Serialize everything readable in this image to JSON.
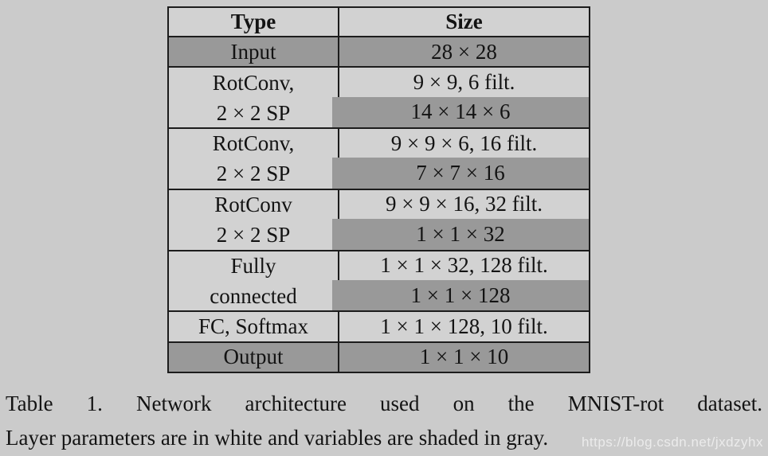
{
  "colors": {
    "page_bg": "#cbcbcb",
    "cell_light": "#d2d2d2",
    "cell_shaded": "#999999",
    "border": "#1c1c1c",
    "text": "#131313"
  },
  "table": {
    "header": {
      "type": "Type",
      "size": "Size"
    },
    "input": {
      "type": "Input",
      "size": "28 × 28"
    },
    "conv1": {
      "type_line1": "RotConv,",
      "type_line2": "2 × 2 SP",
      "size_param": "9 × 9, 6 filt.",
      "size_var": "14 × 14 × 6"
    },
    "conv2": {
      "type_line1": "RotConv,",
      "type_line2": "2 × 2 SP",
      "size_param": "9 × 9 × 6, 16 filt.",
      "size_var": "7 × 7 × 16"
    },
    "conv3": {
      "type_line1": "RotConv",
      "type_line2": "2 × 2 SP",
      "size_param": "9 × 9 × 16, 32 filt.",
      "size_var": "1 × 1 × 32"
    },
    "fc": {
      "type_line1": "Fully",
      "type_line2": "connected",
      "size_param": "1 × 1 × 32, 128 filt.",
      "size_var": "1 × 1 × 128"
    },
    "softmax": {
      "type": "FC, Softmax",
      "size": "1 × 1 × 128, 10 filt."
    },
    "output": {
      "type": "Output",
      "size": "1 × 1 × 10"
    }
  },
  "caption": {
    "line1": "Table 1. Network architecture used on the MNIST-rot dataset.",
    "line2": "Layer parameters are in white and variables are shaded in gray."
  },
  "watermark": {
    "text": "https://blog.csdn.net/jxdzyhx"
  }
}
